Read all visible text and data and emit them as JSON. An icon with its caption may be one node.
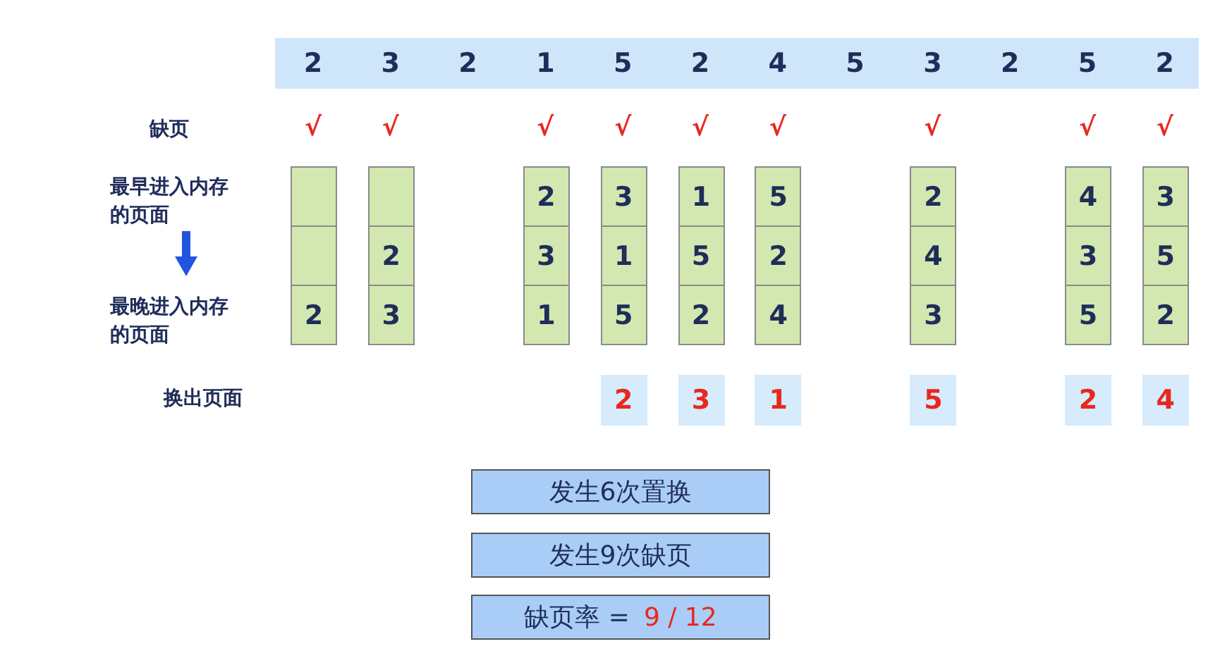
{
  "diagram": {
    "nodes": [
      {
        "text": [
          "2",
          "3",
          "2",
          "1",
          "5",
          "2",
          "4",
          "5",
          "3",
          "2",
          "5",
          "2"
        ]
      },
      {
        "text": [],
        "shape": "box"
      },
      {
        "text": [],
        "shape": "box"
      },
      {
        "text": [
          "2"
        ]
      },
      {
        "text": [
          "3"
        ]
      },
      {
        "text": [
          "1"
        ]
      },
      {
        "text": [
          "5"
        ]
      },
      {
        "text": [
          "2"
        ]
      },
      {
        "text": [
          "4"
        ]
      },
      {
        "text": [
          "3"
        ]
      },
      {
        "text": [],
        "shape": "box"
      },
      {
        "text": [
          "2"
        ]
      },
      {
        "text": [
          "3"
        ]
      },
      {
        "text": [
          "1"
        ]
      },
      {
        "text": [
          "5"
        ]
      },
      {
        "text": [
          "2"
        ]
      },
      {
        "text": [
          "4"
        ]
      },
      {
        "text": [
          "3"
        ]
      },
      {
        "text": [
          "5"
        ]
      },
      {
        "text": [
          "2"
        ]
      },
      {
        "text": [
          "3"
        ]
      },
      {
        "text": [
          "1"
        ]
      },
      {
        "text": [
          "5"
        ]
      },
      {
        "text": [
          "2"
        ]
      },
      {
        "text": [
          "4"
        ]
      },
      {
        "text": [
          "3"
        ]
      },
      {
        "text": [
          "5"
        ]
      },
      {
        "text": [
          "2"
        ]
      },
      {
        "text": [
          "2"
        ]
      },
      {
        "text": [
          "3"
        ]
      },
      {
        "text": [
          "1"
        ]
      },
      {
        "text": [
          "5"
        ]
      },
      {
        "text": [
          "2"
        ]
      },
      {
        "text": [
          "4"
        ]
      },
      {
        "text": [
          "发生6次置换"
        ]
      },
      {
        "text": [
          "发生9次缺页"
        ]
      },
      {
        "text": [
          "缺页率 =",
          "9 / 12"
        ]
      }
    ],
    "edges": [],
    "labels": [
      "缺页",
      "√",
      "√",
      "√",
      "√",
      "√",
      "√",
      "√",
      "√",
      "√",
      "最早进入内存的页面",
      "最晚进入内存的页面",
      "换出页面"
    ]
  }
}
